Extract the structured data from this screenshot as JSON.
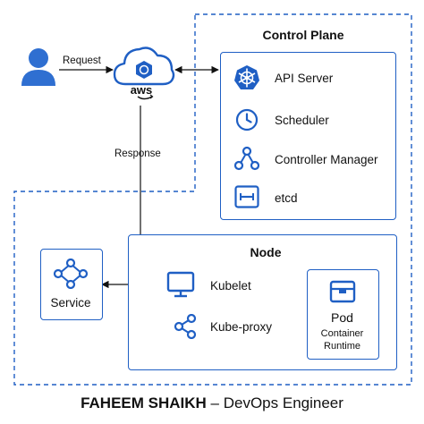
{
  "control_plane": {
    "title": "Control Plane",
    "components": [
      {
        "label": "API Server",
        "icon": "kubernetes-icon"
      },
      {
        "label": "Scheduler",
        "icon": "clock-icon"
      },
      {
        "label": "Controller Manager",
        "icon": "nodes-icon"
      },
      {
        "label": "etcd",
        "icon": "database-icon"
      }
    ]
  },
  "node": {
    "title": "Node",
    "components": [
      {
        "label": "Kubelet",
        "icon": "monitor-icon"
      },
      {
        "label": "Kube-proxy",
        "icon": "network-icon"
      }
    ],
    "pod": {
      "title": "Pod",
      "line1": "Container",
      "line2": "Runtime",
      "icon": "box-icon"
    }
  },
  "service": {
    "label": "Service",
    "icon": "network-icon"
  },
  "cloud": {
    "label": "aws",
    "icon": "cloud-icon"
  },
  "user": {
    "icon": "user-icon"
  },
  "edges": {
    "request": "Request",
    "response": "Response"
  },
  "footer": {
    "name": "FAHEEM SHAIKH",
    "role": "– DevOps Engineer"
  },
  "colors": {
    "accent": "#1f5fc4",
    "user": "#2f6fd1",
    "border": "#1f5fc4"
  }
}
